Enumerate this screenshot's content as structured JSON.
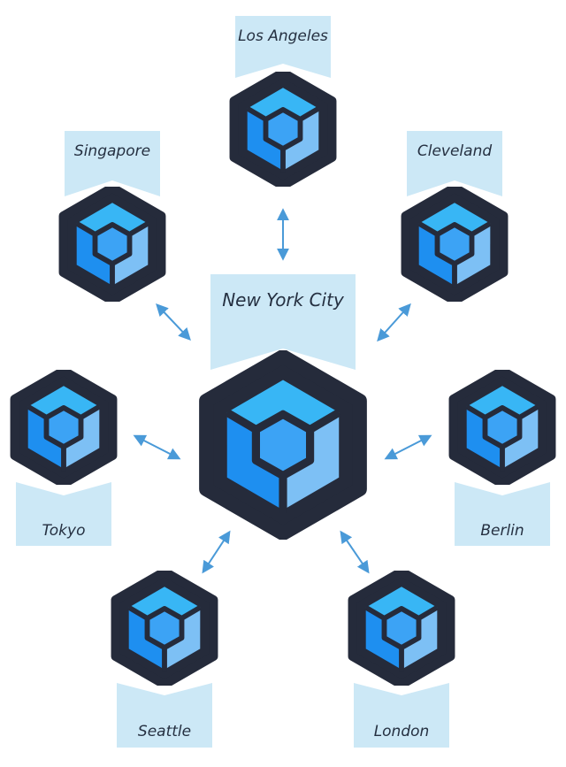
{
  "diagram": {
    "center": {
      "label": "New York City"
    },
    "nodes": [
      {
        "id": "los-angeles",
        "label": "Los Angeles"
      },
      {
        "id": "singapore",
        "label": "Singapore"
      },
      {
        "id": "cleveland",
        "label": "Cleveland"
      },
      {
        "id": "tokyo",
        "label": "Tokyo"
      },
      {
        "id": "berlin",
        "label": "Berlin"
      },
      {
        "id": "seattle",
        "label": "Seattle"
      },
      {
        "id": "london",
        "label": "London"
      }
    ],
    "edges": [
      {
        "from": "new-york-city",
        "to": "los-angeles",
        "direction": "bidirectional"
      },
      {
        "from": "new-york-city",
        "to": "singapore",
        "direction": "bidirectional"
      },
      {
        "from": "new-york-city",
        "to": "cleveland",
        "direction": "bidirectional"
      },
      {
        "from": "new-york-city",
        "to": "tokyo",
        "direction": "bidirectional"
      },
      {
        "from": "new-york-city",
        "to": "berlin",
        "direction": "bidirectional"
      },
      {
        "from": "new-york-city",
        "to": "seattle",
        "direction": "bidirectional"
      },
      {
        "from": "new-york-city",
        "to": "london",
        "direction": "bidirectional"
      }
    ],
    "icon": "hexagon-cube-icon",
    "colors": {
      "hex_border": "#252b3b",
      "cube_top": "#38b6f5",
      "cube_left": "#1e8ff0",
      "cube_right": "#7dc0f5",
      "cube_inner": "#3ca3f5",
      "banner": "#cce8f6",
      "arrow": "#4a9ad8"
    }
  }
}
